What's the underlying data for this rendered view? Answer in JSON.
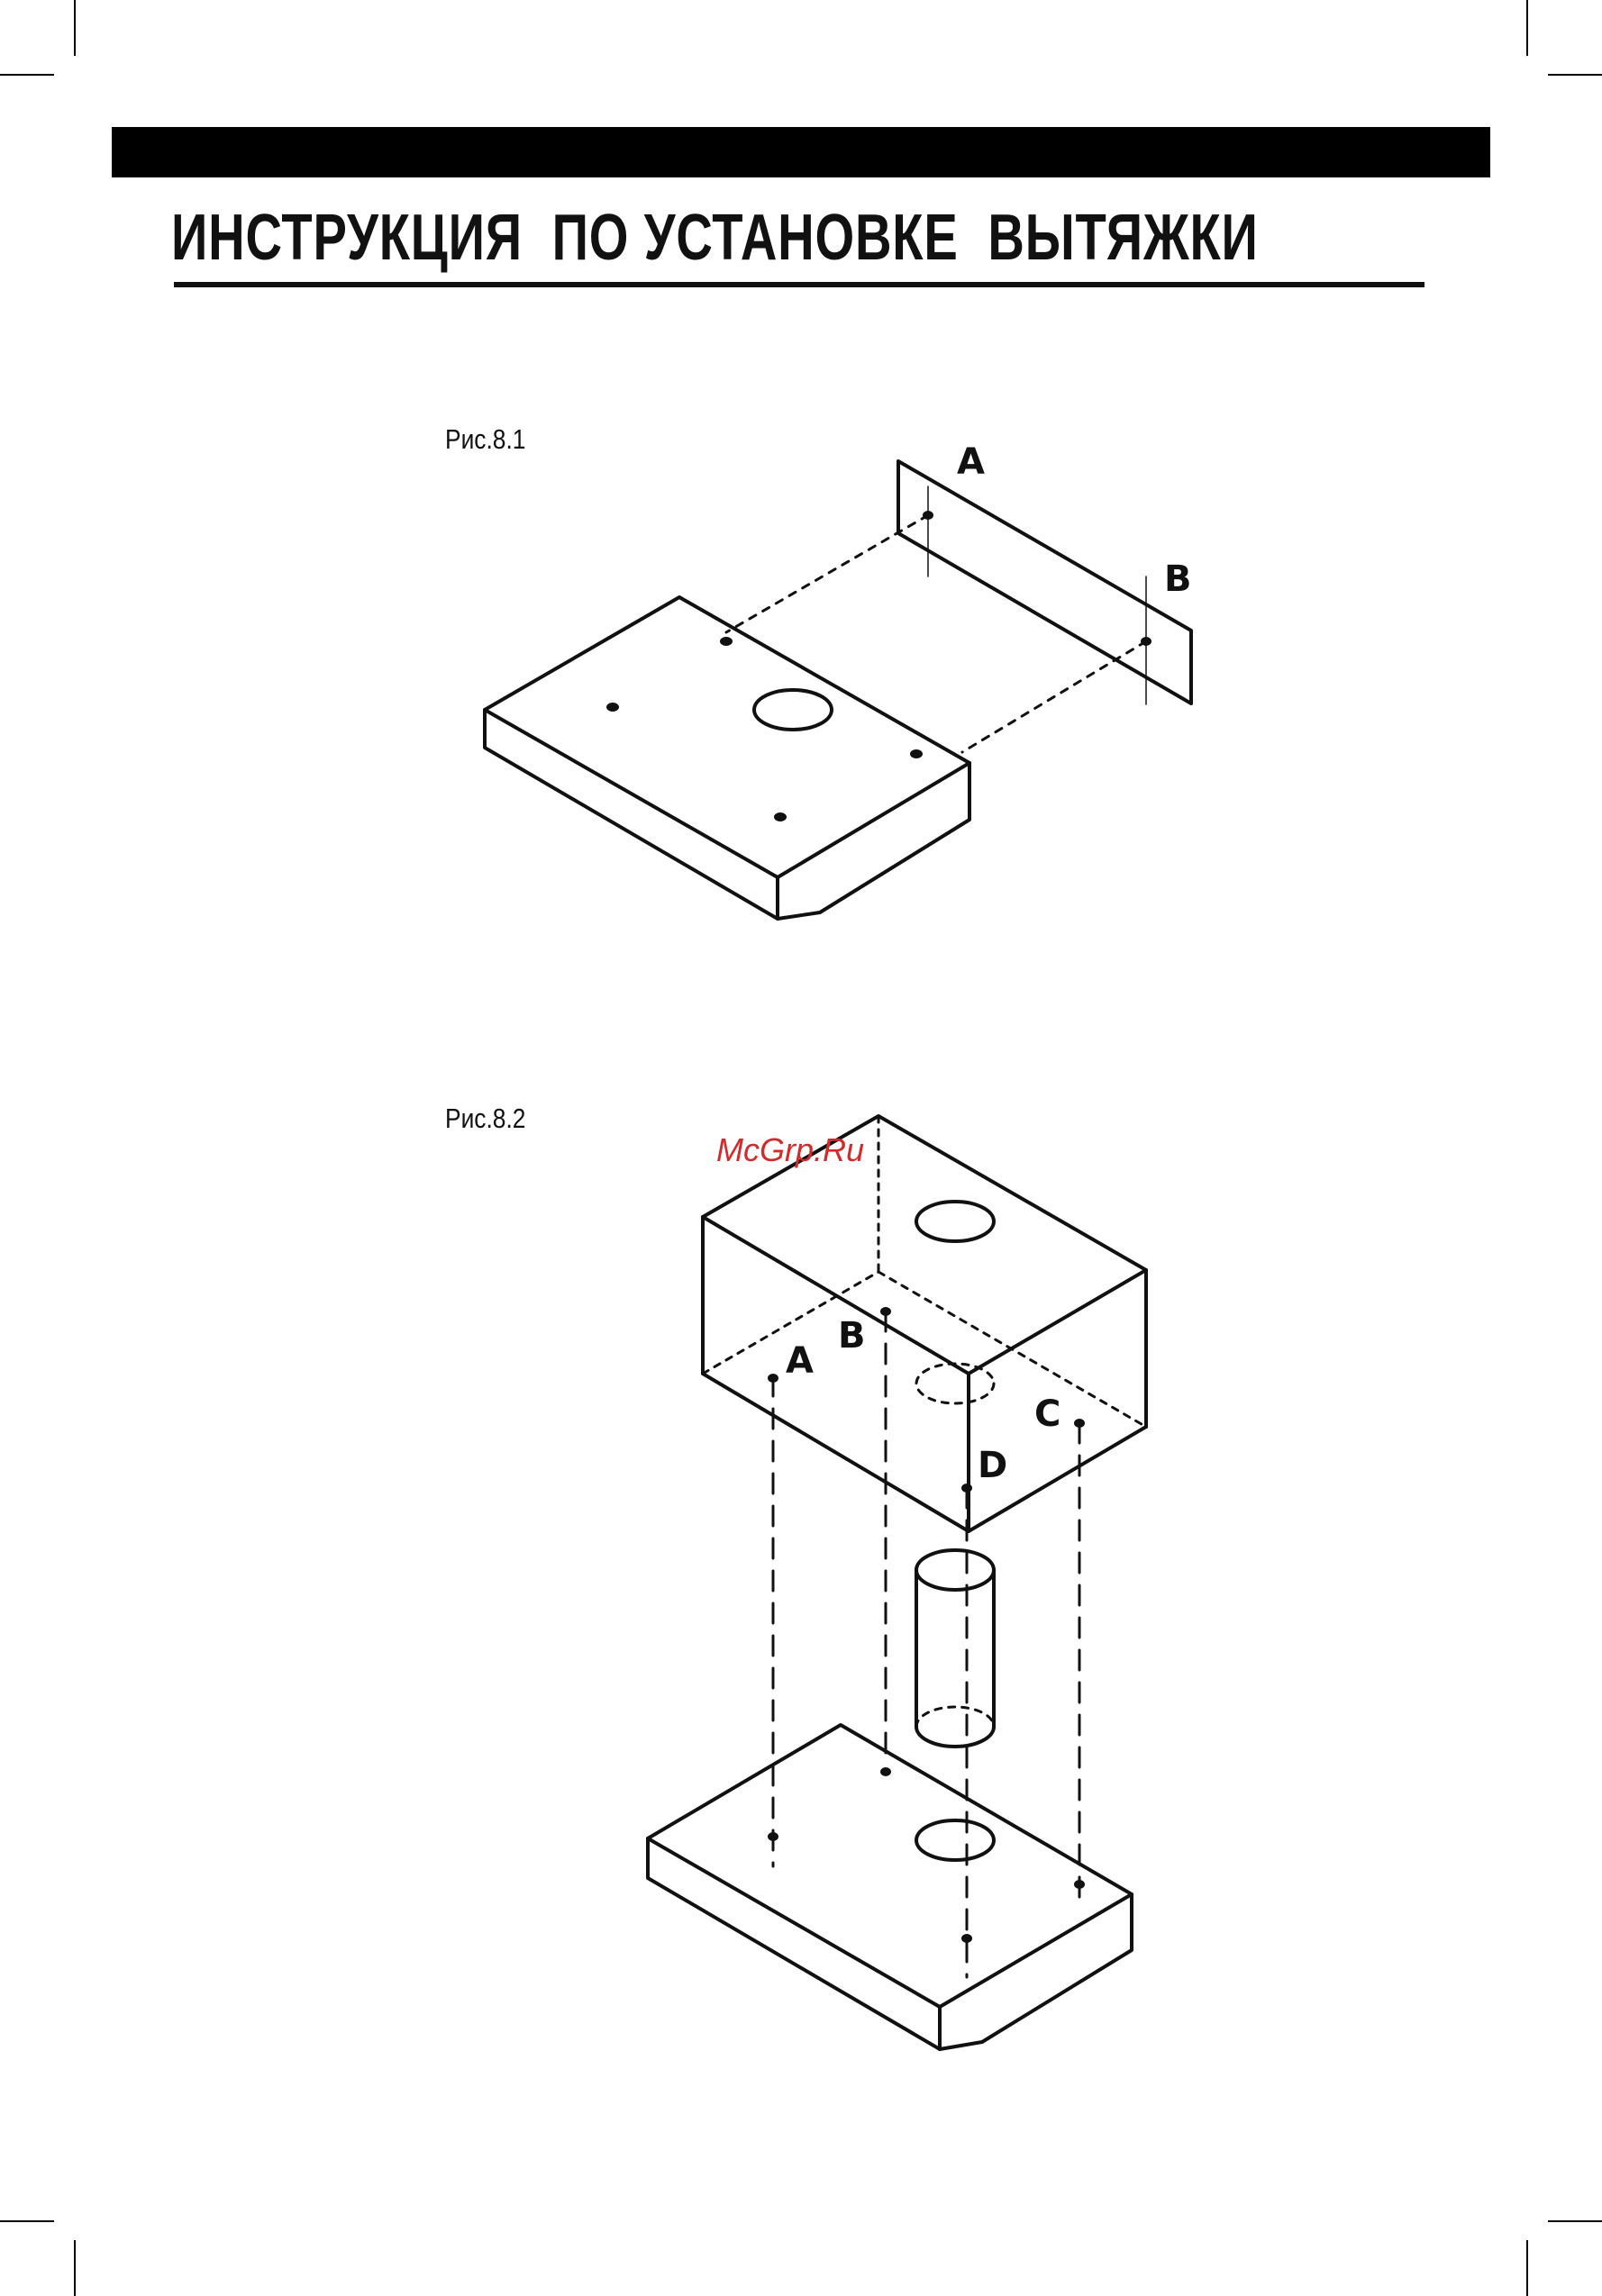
{
  "title": "ИНСТРУКЦИЯ  ПО УСТАНОВКЕ  ВЫТЯЖКИ",
  "figures": [
    {
      "label": "Рис.8.1",
      "points": [
        "A",
        "B"
      ]
    },
    {
      "label": "Рис.8.2",
      "points": [
        "A",
        "B",
        "C",
        "D"
      ]
    }
  ],
  "watermark": "McGrp.Ru",
  "colors": {
    "ink": "#111111",
    "watermark": "#d42a2a"
  }
}
